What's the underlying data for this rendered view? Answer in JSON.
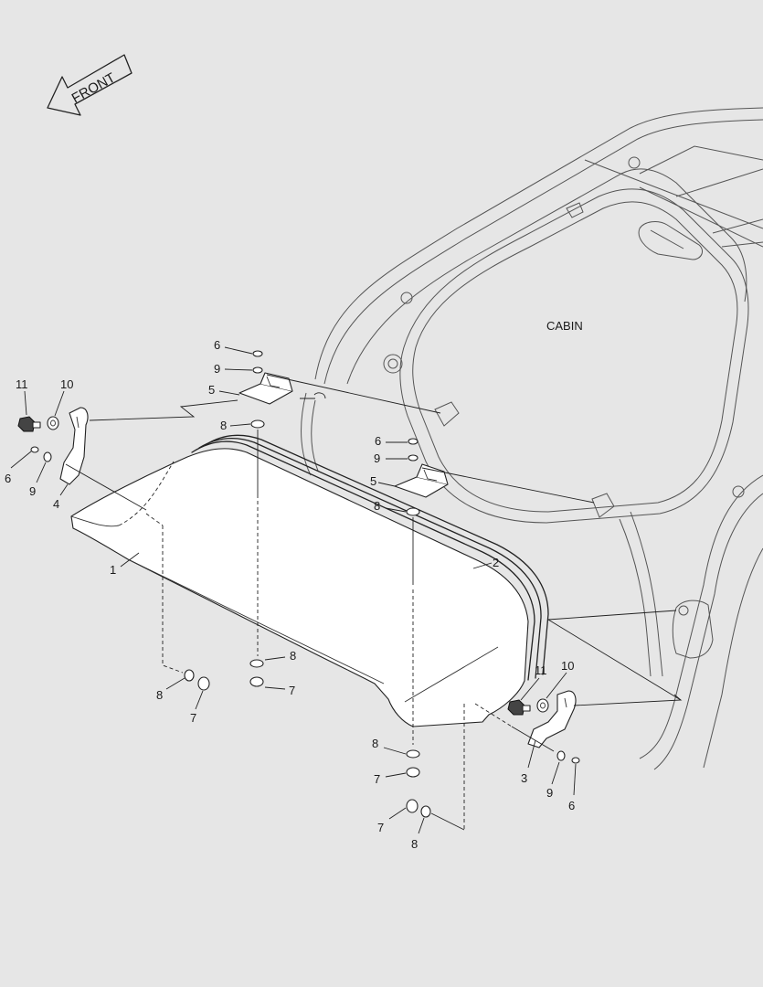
{
  "front_label": "FRONT",
  "cabin_label": "CABIN",
  "callouts": {
    "c1": "1",
    "c2": "2",
    "c3": "3",
    "c4": "4",
    "c5a": "5",
    "c5b": "5",
    "c6a": "6",
    "c6b": "6",
    "c6c": "6",
    "c6d": "6",
    "c7a": "7",
    "c7b": "7",
    "c7c": "7",
    "c7d": "7",
    "c8a": "8",
    "c8b": "8",
    "c8c": "8",
    "c8d": "8",
    "c8e": "8",
    "c8f": "8",
    "c9a": "9",
    "c9b": "9",
    "c9c": "9",
    "c9d": "9",
    "c10a": "10",
    "c10b": "10",
    "c11a": "11",
    "c11b": "11"
  }
}
